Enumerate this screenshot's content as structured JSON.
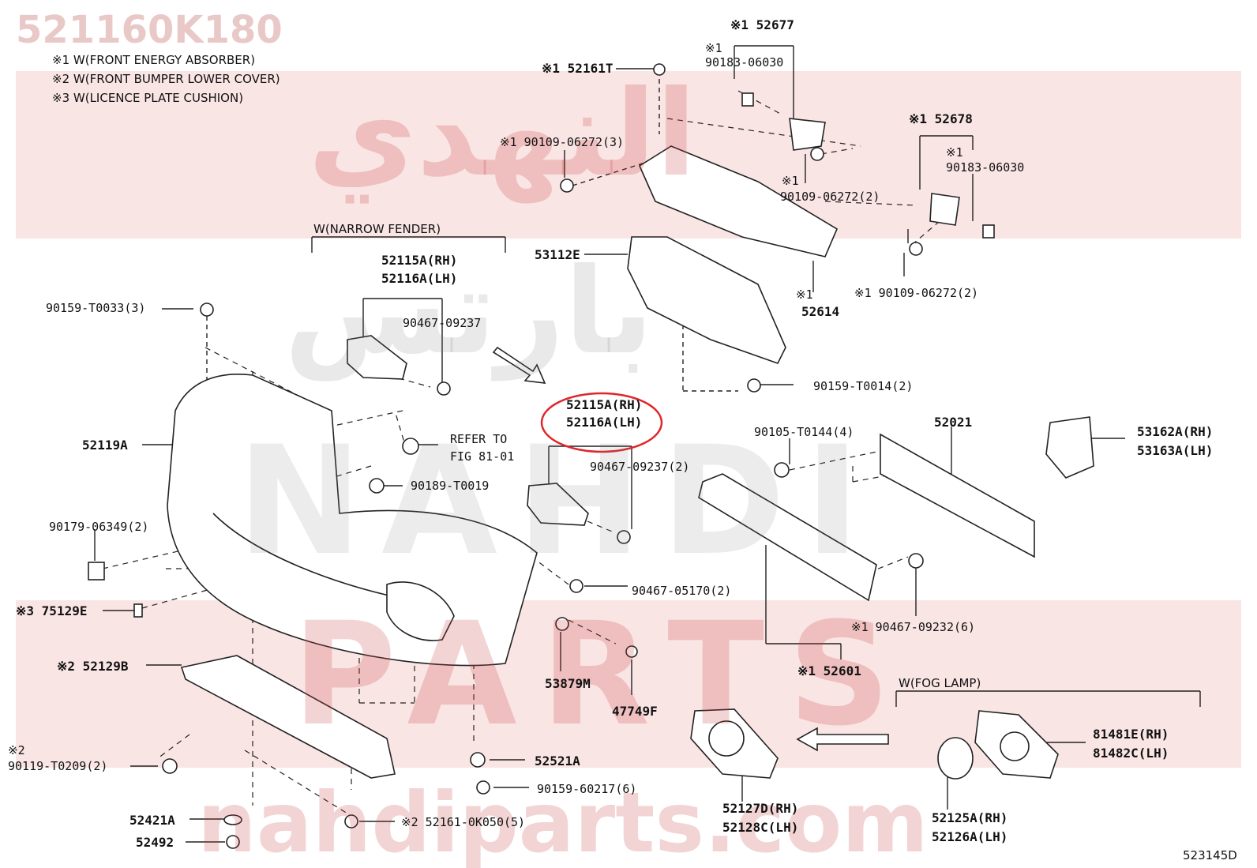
{
  "part_number": "521160K180",
  "diagram_code": "523145D",
  "notes": [
    "※1 W(FRONT ENERGY ABSORBER)",
    "※2 W(FRONT BUMPER LOWER COVER)",
    "※3 W(LICENCE PLATE CUSHION)"
  ],
  "watermark": {
    "brand_latin": "NAHDI",
    "brand_parts": "PARTS",
    "url": "nahdiparts.com",
    "arabic_top": "النهدي",
    "arabic_mid": "بارتس"
  },
  "colors": {
    "band": "#f6cfcf",
    "watermark": "#c94b4b",
    "highlight_circle": "#e0262b",
    "line": "#222222"
  },
  "groups": {
    "narrow_fender": "W(NARROW FENDER)",
    "fog_lamp": "W(FOG LAMP)"
  },
  "labels": {
    "p52677": "※1 52677",
    "p90183a_mark": "※1",
    "p90183a": "90183-06030",
    "p52161T": "※1 52161T",
    "p90109a": "※1 90109-06272(3)",
    "p52678": "※1 52678",
    "p90183b_mark": "※1",
    "p90183b": "90183-06030",
    "p90109b_mark": "※1",
    "p90109b": "90109-06272(2)",
    "p53112E": "53112E",
    "p52614_mark": "※1",
    "p52614": "52614",
    "p90109c": "※1 90109-06272(2)",
    "p52115A_rh": "52115A(RH)",
    "p52116A_lh": "52116A(LH)",
    "p90159T0033": "90159-T0033(3)",
    "p90467_09237": "90467-09237",
    "p90159T0014": "90159-T0014(2)",
    "p52115A_rh2": "52115A(RH)",
    "p52116A_lh2": "52116A(LH)",
    "p52119A": "52119A",
    "refer1": "REFER TO",
    "refer2": "FIG 81-01",
    "p90105": "90105-T0144(4)",
    "p52021": "52021",
    "p53162A": "53162A(RH)",
    "p53163A": "53163A(LH)",
    "p90467_09237b": "90467-09237(2)",
    "p90189": "90189-T0019",
    "p90179": "90179-06349(2)",
    "p90467_05170": "90467-05170(2)",
    "p75129E": "※3 75129E",
    "p90467_09232": "※1 90467-09232(6)",
    "p52129B": "※2 52129B",
    "p53879M": "53879M",
    "p52601": "※1 52601",
    "p47749F": "47749F",
    "p81481E": "81481E(RH)",
    "p81482C": "81482C(LH)",
    "p90119_mark": "※2",
    "p90119": "90119-T0209(2)",
    "p52521A": "52521A",
    "p90159_60217": "90159-60217(6)",
    "p52127D": "52127D(RH)",
    "p52128C": "52128C(LH)",
    "p52125A": "52125A(RH)",
    "p52126A": "52126A(LH)",
    "p52421A": "52421A",
    "p52161_0K050": "※2 52161-0K050(5)",
    "p52492": "52492"
  }
}
